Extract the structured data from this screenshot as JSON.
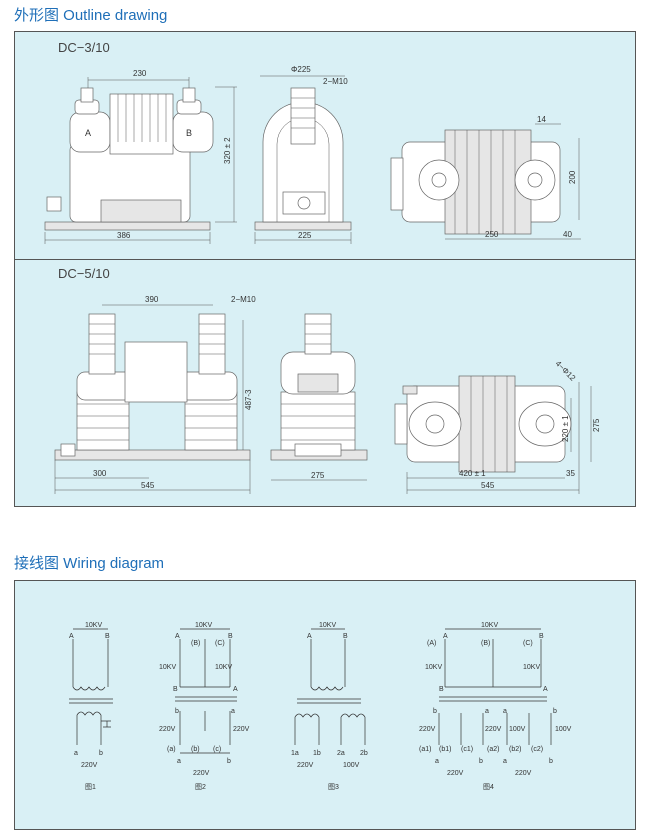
{
  "headings": {
    "outline": "外形图  Outline drawing",
    "wiring": "接线图  Wiring diagram"
  },
  "dc310": {
    "model": "DC−3/10",
    "front": {
      "width_top": "230",
      "height": "320 ± 2",
      "base": "386",
      "label_a": "A",
      "label_b": "B"
    },
    "side": {
      "dia": "Φ225",
      "thread": "2−M10",
      "base": "225"
    },
    "top": {
      "d14": "14",
      "d200": "200",
      "d250": "250",
      "d40": "40"
    }
  },
  "dc510": {
    "model": "DC−5/10",
    "front": {
      "width_top": "390",
      "thread": "2−M10",
      "height": "487-3",
      "d300": "300",
      "base": "545"
    },
    "side": {
      "base": "275"
    },
    "top": {
      "holes": "4−Φ12",
      "d220": "220 ± 1",
      "d275": "275",
      "d420": "420 ± 1",
      "d35": "35",
      "d545": "545"
    }
  },
  "wiring": {
    "fig1": {
      "kv": "10KV",
      "A": "A",
      "B": "B",
      "a": "a",
      "b": "b",
      "v": "220V",
      "caption": "图1"
    },
    "fig2": {
      "kv": "10KV",
      "A": "A",
      "Bp": "(B)",
      "Cp": "(C)",
      "B": "B",
      "kv_l": "10KV",
      "kv_r": "10KV",
      "Bb": "B",
      "Ab": "A",
      "b1": "b",
      "a1": "a",
      "v_l": "220V",
      "v_r": "220V",
      "ap": "(a)",
      "bp": "(b)",
      "cp": "(c)",
      "a2": "a",
      "b2": "b",
      "v_b": "220V",
      "caption": "图2"
    },
    "fig3": {
      "kv": "10KV",
      "A": "A",
      "B": "B",
      "t1a": "1a",
      "t1b": "1b",
      "t2a": "2a",
      "t2b": "2b",
      "v1": "220V",
      "v2": "100V",
      "caption": "图3"
    },
    "fig4": {
      "kv": "10KV",
      "Ap": "(A)",
      "A": "A",
      "Bp": "(B)",
      "Cp": "(C)",
      "B": "B",
      "kv_l": "10KV",
      "kv_r": "10KV",
      "Bb": "B",
      "Ab": "A",
      "b1": "b",
      "a1": "a",
      "a2": "a",
      "b2": "b",
      "v1": "220V",
      "v2": "220V",
      "v3": "100V",
      "v4": "100V",
      "a1p": "(a1)",
      "b1p": "(b1)",
      "c1p": "(c1)",
      "a2p": "(a2)",
      "b2p": "(b2)",
      "c2p": "(c2)",
      "a3": "a",
      "b3": "b",
      "a4": "a",
      "b4": "b",
      "vb1": "220V",
      "vb2": "220V",
      "caption": "图4"
    }
  }
}
